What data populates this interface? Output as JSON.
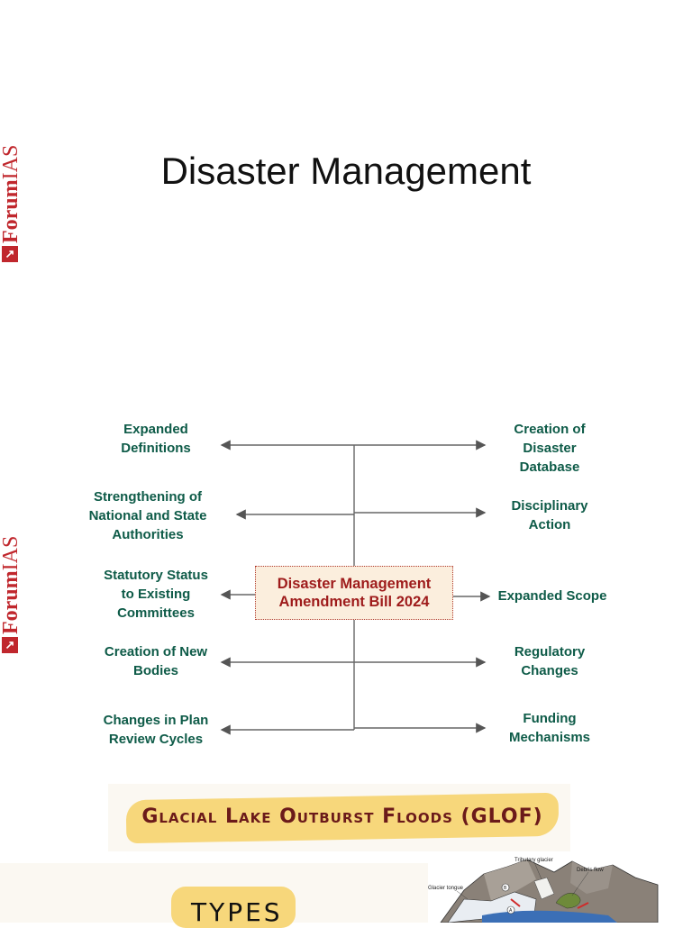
{
  "logo": {
    "forum": "Forum",
    "ias": "IAS",
    "arrow": "↗"
  },
  "title": "Disaster Management",
  "diagram": {
    "center": {
      "line1": "Disaster Management",
      "line2": "Amendment Bill 2024"
    },
    "left": [
      [
        "Expanded",
        "Definitions"
      ],
      [
        "Strengthening of",
        "National and State",
        "Authorities"
      ],
      [
        "Statutory Status",
        "to Existing",
        "Committees"
      ],
      [
        "Creation of New",
        "Bodies"
      ],
      [
        "Changes in Plan",
        "Review Cycles"
      ]
    ],
    "right": [
      [
        "Creation of",
        "Disaster",
        "Database"
      ],
      [
        "Disciplinary",
        "Action"
      ],
      [
        "Expanded Scope"
      ],
      [
        "Regulatory",
        "Changes"
      ],
      [
        "Funding",
        "Mechanisms"
      ]
    ]
  },
  "banner": {
    "text": "Glacial Lake Outburst Floods (GLOF)"
  },
  "types": {
    "text": "TYPES"
  },
  "glacier": {
    "tributary": "Tributary glacier",
    "debris": "Debris flow",
    "tongue": "Glacier tongue",
    "marker_a": "A",
    "marker_b": "B"
  },
  "colors": {
    "node_text": "#0e5b48",
    "center_text": "#9e1b1b",
    "center_fill": "#fbeedd",
    "logo": "#c0272d",
    "highlight": "#f7d77b"
  }
}
